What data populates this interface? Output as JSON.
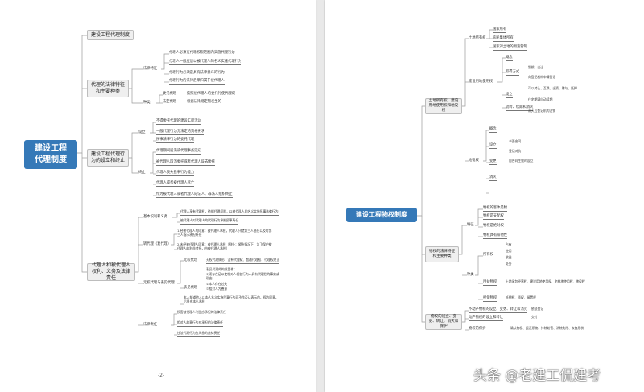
{
  "page1": {
    "root": "建设工程\n代理制度",
    "page_number": "-2-",
    "branches": [
      {
        "label": "建设工程代理制度"
      },
      {
        "label": "代理的法律特征和主要种类"
      },
      {
        "label": "建设工程代理行为的设立和终止"
      },
      {
        "label": "代理人和被代理人权利、义务及法律责任"
      }
    ],
    "legal": {
      "head": "法律特征",
      "items": [
        "代理人必须在代理权限范围内实施代理行为",
        "代理人一般应该以被代理人的名义实施代理行为",
        "代理行为必须是具有法律意义的行为",
        "代理行为的法律后果归属于被代理人"
      ]
    },
    "types": {
      "head": "种类",
      "items": [
        "委托代理",
        "法定代理"
      ],
      "notes": [
        "按照被代理人的委托行使代理权",
        "根据法律规定而发生的"
      ]
    },
    "setup": {
      "head": "设立",
      "items": [
        "不得委托代理的建设工程活动",
        "一般代理行为无法定的资格要求",
        "民事法律行为的委托代理"
      ]
    },
    "end": {
      "head": "终止",
      "items": [
        "代理期间届满或代理事务完成",
        "被代理人取消委托或者代理人辞去委托",
        "代理人丧失民事行为能力",
        "代理人或者被代理人死亡",
        "作为被代理人或者代理人的法人、非法人组织终止"
      ]
    },
    "rights": {
      "heads": [
        "基本权利和义务",
        "转代理（复代理）",
        "无权代理与表见代理",
        "法律责任"
      ],
      "basic": [
        "代理人享有代理权，依据代理权限，以被代理人的名义实施民事法律行为",
        "被代理人对代理人的代理行为承担民事责任"
      ],
      "sub": [
        "1.经被代理人的同意：被代理人承担，代理人只就第三人选任以及对第三人指示承担责任",
        "2.未经被代理人同意：被代理人承担（例外：紧急情况下，为了保护被代理人的利益转托，由被代理人承担）"
      ],
      "unauth_head": "无权代理",
      "unauth_note": "无权代理情形：没有代理权、超越代理权、代理权终止",
      "apparent_head": "表见代理",
      "apparent": [
        "表见代理的构成要件：",
        "①须存在足以使相对人相信行为人具有代理权的事实或理由",
        "②本人存在过失",
        "③相对人为善意"
      ],
      "other": "本人知道他人以本人名义实施民事行为而不作否认表示的，视为同意。后果由本人承担",
      "liability": [
        "损害被代理人利益应承担的法律责任",
        "相对人故意行为应承担的法律责任",
        "违法代理行为应承担的法律责任"
      ]
    }
  },
  "page2": {
    "root": "建设工程物权制度",
    "branches": [
      {
        "label": "土地所有权、建设用地使用权和地役权"
      },
      {
        "label": "物权的法律特征和主要种类"
      },
      {
        "label": "物权的设立、变更、转让、消灭和保护"
      }
    ],
    "land_owner": {
      "head": "土地所有权",
      "items": [
        "国家所有",
        "农民集体所有",
        "国家对土地的用途管制"
      ]
    },
    "land_use": {
      "head": "建设用地使用权",
      "concept": "概念",
      "items": [
        "取得方式",
        "设立",
        "流转、续期和消灭"
      ],
      "sub": [
        "划拨、出让",
        "向登记机构申请登记",
        "可以转让、互换、出资、赠与、抵押",
        "住宅期满自动续期",
        "消灭后登记机构注销"
      ]
    },
    "easement": {
      "head": "地役权",
      "concept": "概念",
      "items": [
        "设立",
        "变更",
        "消灭"
      ],
      "notes": [
        "书面合同",
        "登记对抗",
        "自合同生效时设立"
      ]
    },
    "features": {
      "head": "特征",
      "items": [
        "物权的客体是物",
        "物权是支配权",
        "物权是绝对权",
        "物权具有排他性"
      ]
    },
    "kinds": {
      "head": "种类",
      "items": [
        "所有权",
        "用益物权",
        "担保物权"
      ],
      "own": [
        "占有",
        "使用",
        "收益",
        "处分"
      ],
      "usufruct": "土地承包经营权、建设用地使用权、宅基地使用权、地役权",
      "security": "抵押权、质权、留置权"
    },
    "change": {
      "items": [
        "不动产物权的设立、变更、转让和消灭",
        "动产物权的设立和转让",
        "物权的保护"
      ],
      "notes": [
        "依法登记",
        "交付",
        "确认物权、返还原物、排除妨害、消除危险、恢复原状"
      ]
    }
  },
  "watermark": "头条 @老建工侃建考"
}
